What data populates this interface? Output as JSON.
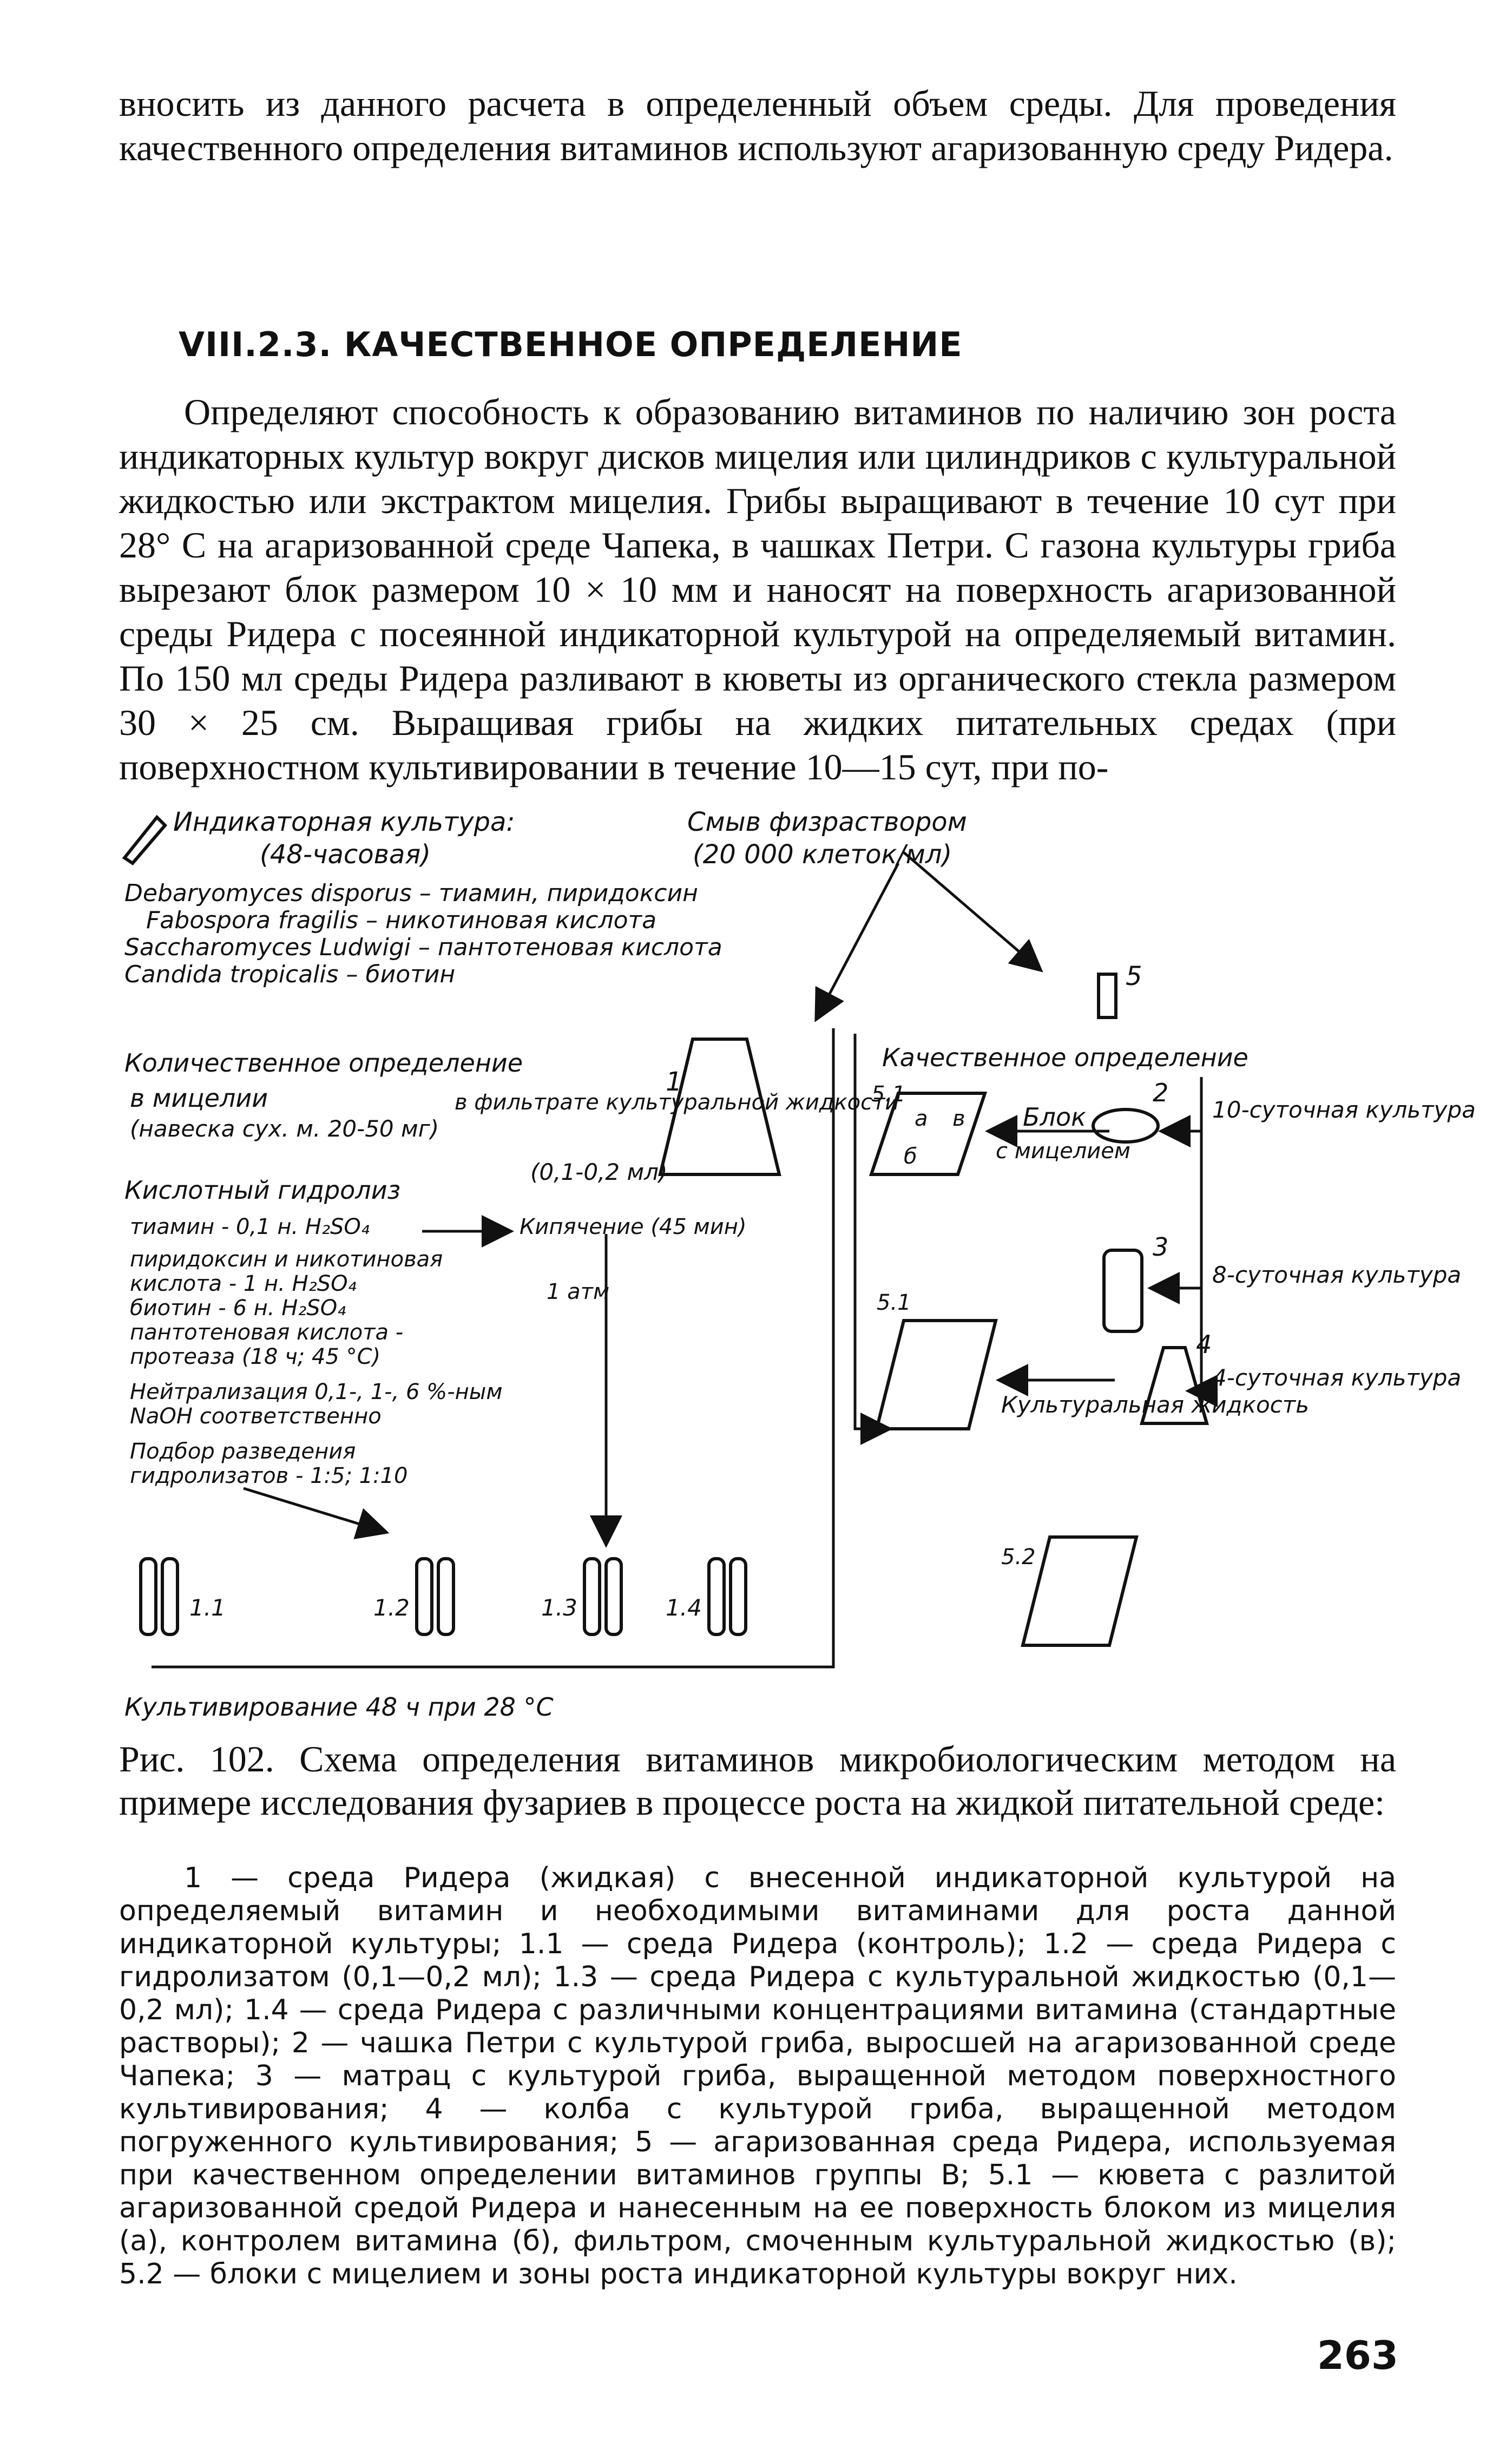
{
  "paragraphs": {
    "intro": "вносить из данного расчета в определенный объем среды. Для проведения качественного определения витаминов используют агаризованную среду Ридера.",
    "section_title": "VIII.2.3. КАЧЕСТВЕННОЕ ОПРЕДЕЛЕНИЕ",
    "method": "Определяют способность к образованию витаминов по наличию зон роста индикаторных культур вокруг дисков мицелия или цилиндриков с культуральной жидкостью или экстрактом мицелия. Грибы выращивают в течение 10 сут при 28° С на агаризованной среде Чапека, в чашках Петри. С газона культуры гриба вырезают блок размером 10 × 10 мм и наносят на поверхность агаризованной среды Ридера с посеянной индикаторной культурой на определяемый витамин. По 150 мл среды Ридера разливают в кюветы из органического стекла размером 30 × 25 см. Выращивая грибы на жидких питательных средах (при поверхностном культивировании в течение 10—15 сут, при по-"
  },
  "figure": {
    "labels": {
      "indicator_culture": "Индикаторная культура:",
      "indicator_age": "(48-часовая)",
      "wash": "Смыв физраствором",
      "wash_density": "(20 000 клеток/мл)",
      "species_1": "Debaryomyces disporus – тиамин, пиридоксин",
      "species_2": "Fabospora fragilis – никотиновая кислота",
      "species_3": "Saccharomyces Ludwigi – пантотеновая кислота",
      "species_4": "Candida tropicalis – биотин",
      "quant": "Количественное определение",
      "in_mycelium": "в мицелии",
      "sample": "(навеска сух. м. 20-50 мг)",
      "in_filtrate": "в фильтрате культуральной жидкости",
      "volume": "(0,1-0,2 мл)",
      "acid_hydrolysis": "Кислотный гидролиз",
      "thiamine": "тиамин - 0,1 н. H₂SO₄",
      "boiling": "Кипячение (45 мин)",
      "pyridoxine": "пиридоксин и никотиновая",
      "acid_1n": "кислота - 1 н. H₂SO₄",
      "biotin": "биотин - 6 н. H₂SO₄",
      "pantothenic": "пантотеновая кислота -",
      "protease": "протеаза (18 ч; 45 °С)",
      "pressure": "1 атм",
      "neutralization": "Нейтрализация 0,1-, 1-, 6 %-ным",
      "naoh": "NaOH соответственно",
      "dilution": "Подбор разведения",
      "hydrolysates": "гидролизатов  - 1:5; 1:10",
      "qual": "Качественное определение",
      "block": "Блок",
      "with_mycelium": "с мицелием",
      "culture10": "10-суточная культура",
      "culture8": "8-суточная культура",
      "culture4": "4-суточная культура",
      "cultural_liquid": "Культуральная жидкость",
      "cultivation": "Культивирование 48 ч при 28 °С",
      "n1": "1",
      "n2": "2",
      "n3": "3",
      "n4": "4",
      "n5": "5",
      "n51a": "5.1",
      "n51b": "5.1",
      "n52": "5.2",
      "a": "а",
      "b": "б",
      "v": "в",
      "t11": "1.1",
      "t12": "1.2",
      "t13": "1.3",
      "t14": "1.4"
    }
  },
  "caption": {
    "title": "Рис. 102. Схема определения витаминов микробиологическим методом на примере исследования фузариев в процессе роста на жидкой питательной среде:",
    "legend": "1 — среда Ридера (жидкая) с внесенной индикаторной культурой на определяемый витамин и необходимыми витаминами для роста данной индикаторной культуры; 1.1 — среда Ридера (контроль); 1.2 — среда Ридера с гидролизатом (0,1—0,2 мл); 1.3 — среда Ридера с культуральной жидкостью (0,1—0,2 мл); 1.4 — среда Ридера с различными концентрациями витамина (стандартные растворы); 2 — чашка Петри с культурой гриба, выросшей на агаризованной среде Чапека; 3 — матрац с культурой гриба, выращенной методом поверхностного культивирования; 4 — колба с культурой гриба, выращенной методом погруженного культивирования; 5 — агаризованная среда Ридера, используемая при качественном определении витаминов группы В; 5.1 — кювета с разлитой агаризованной средой Ридера и нанесенным на ее поверхность блоком из мицелия (а), контролем витамина (б), фильтром, смоченным культуральной жидкостью (в); 5.2 — блоки с мицелием и зоны роста индикаторной культуры вокруг них."
  },
  "page_number": "263"
}
